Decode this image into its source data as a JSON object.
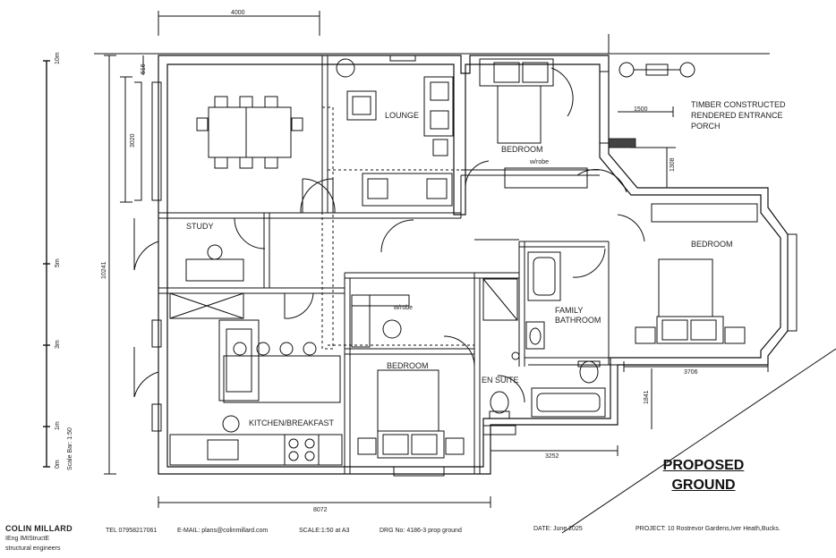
{
  "drawing": {
    "title_line1": "PROPOSED",
    "title_line2": "GROUND",
    "rooms": {
      "lounge": "LOUNGE",
      "bedroom_top": "BEDROOM",
      "wrobe_top": "w/robe",
      "porch_line1": "TIMBER CONSTRUCTED",
      "porch_line2": "RENDERED ENTRANCE",
      "porch_line3": "PORCH",
      "study": "STUDY",
      "bedroom_right": "BEDROOM",
      "wrobe_mid": "w/robe",
      "family_bath_line1": "FAMILY",
      "family_bath_line2": "BATHROOM",
      "bedroom_lower": "BEDROOM",
      "en_suite": "EN SUITE",
      "kitchen": "KITCHEN/BREAKFAST"
    },
    "dimensions": {
      "top_width": "4000",
      "small_516": "516",
      "dining_3020": "3020",
      "overall_height": "10241",
      "porch_1500": "1500",
      "porch_1308": "1308",
      "right_3706": "3706",
      "right_1841": "1841",
      "bottom_3252": "3252",
      "overall_width": "8072"
    },
    "scale_bar": {
      "labels": [
        "10m",
        "5m",
        "3m",
        "1m",
        "0m"
      ],
      "caption": "Scale Bar: 1:50"
    }
  },
  "title_block": {
    "company": "COLIN MILLARD",
    "company_line2": "IEng IMIStructE",
    "company_line3": "structural engineers",
    "tel": "TEL 07958217061",
    "email": "E-MAIL: plans@colinmillard.com",
    "scale": "SCALE:1:50 at A3",
    "drg": "DRG No: 4186-3 prop ground",
    "date": "DATE:  June 2025",
    "project": "PROJECT:  10 Rostrevor Gardens,Iver Heath,Bucks."
  }
}
